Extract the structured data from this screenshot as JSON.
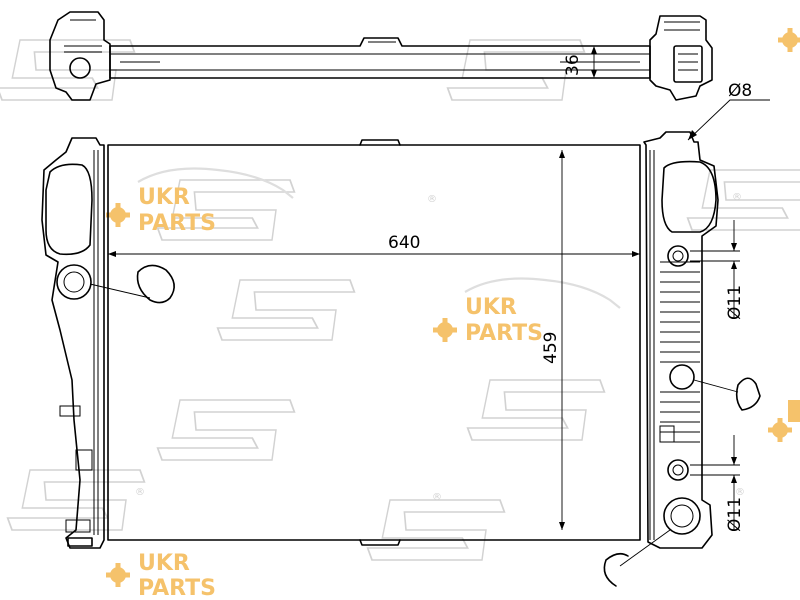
{
  "diagram": {
    "dimensions": {
      "width": "640",
      "height": "459",
      "depth": "36",
      "pin_diameter": "Ø8",
      "fitting_upper_diameter": "Ø11",
      "fitting_lower_diameter": "Ø11"
    },
    "watermarks": {
      "logo_line1": "UKR",
      "logo_line2": "PARTS",
      "registered_mark": "®"
    },
    "colors": {
      "line": "#000000",
      "watermark_grey": "#d2d2d2",
      "logo_orange": "#f5c26b"
    }
  }
}
